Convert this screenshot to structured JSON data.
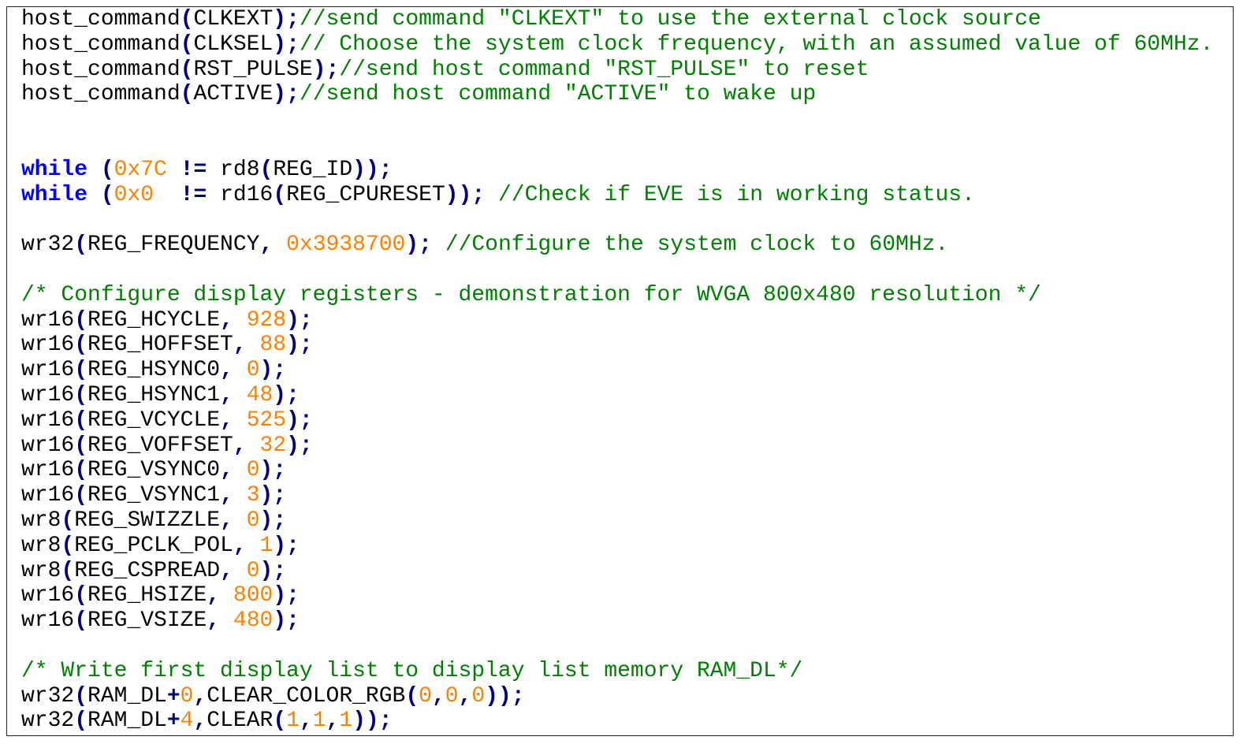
{
  "colors": {
    "keyword": "#0000ff",
    "operator": "#000080",
    "number": "#ff8000",
    "comment": "#008000",
    "text": "#000000"
  },
  "lines": [
    "host_command(CLKEXT);//send command \"CLKEXT\" to use the external clock source",
    "host_command(CLKSEL);// Choose the system clock frequency, with an assumed value of 60MHz.",
    "host_command(RST_PULSE);//send host command \"RST_PULSE\" to reset",
    "host_command(ACTIVE);//send host command \"ACTIVE\" to wake up",
    "",
    "",
    "while (0x7C != rd8(REG_ID));",
    "while (0x0  != rd16(REG_CPURESET)); //Check if EVE is in working status.",
    "",
    "wr32(REG_FREQUENCY, 0x3938700); //Configure the system clock to 60MHz.",
    "",
    "/* Configure display registers - demonstration for WVGA 800x480 resolution */",
    "wr16(REG_HCYCLE, 928);",
    "wr16(REG_HOFFSET, 88);",
    "wr16(REG_HSYNC0, 0);",
    "wr16(REG_HSYNC1, 48);",
    "wr16(REG_VCYCLE, 525);",
    "wr16(REG_VOFFSET, 32);",
    "wr16(REG_VSYNC0, 0);",
    "wr16(REG_VSYNC1, 3);",
    "wr8(REG_SWIZZLE, 0);",
    "wr8(REG_PCLK_POL, 1);",
    "wr8(REG_CSPREAD, 0);",
    "wr16(REG_HSIZE, 800);",
    "wr16(REG_VSIZE, 480);",
    "",
    "/* Write first display list to display list memory RAM_DL*/",
    "wr32(RAM_DL+0,CLEAR_COLOR_RGB(0,0,0));",
    "wr32(RAM_DL+4,CLEAR(1,1,1));"
  ]
}
